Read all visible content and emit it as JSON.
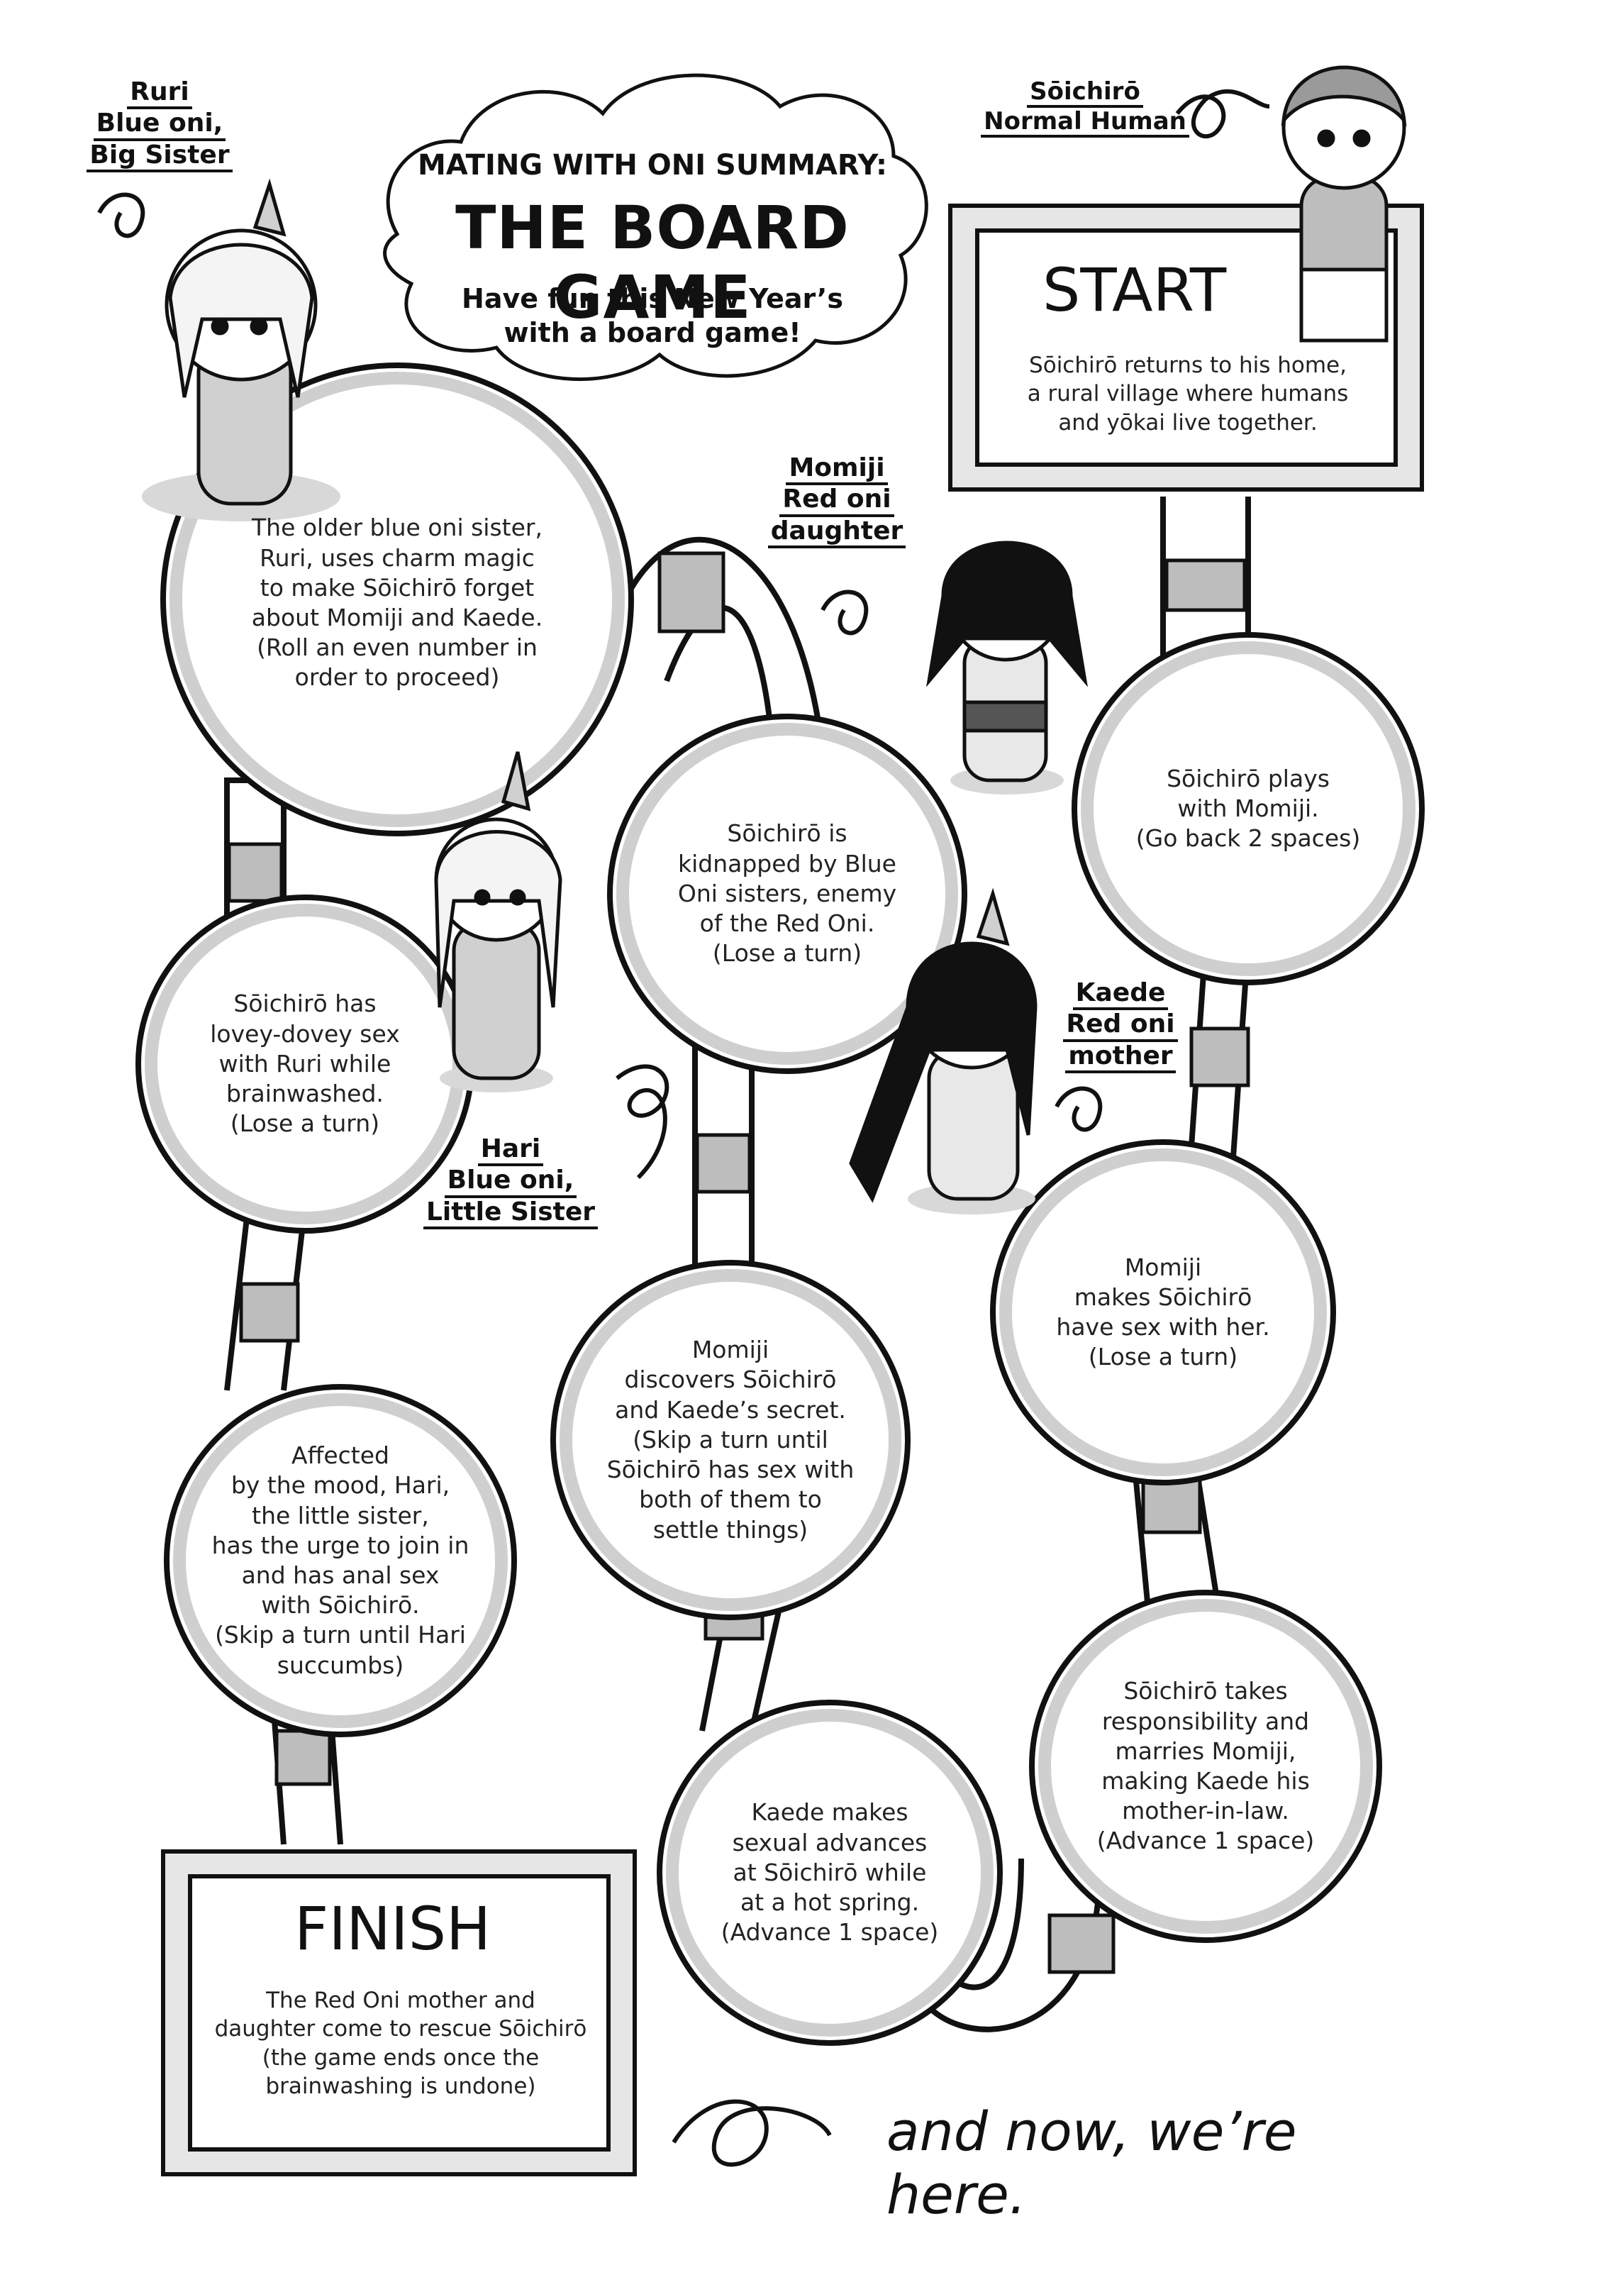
{
  "title": {
    "top": "MATING WITH ONI SUMMARY:",
    "main": "THE BOARD GAME",
    "sub": "Have fun this New Year’s\nwith a board game!"
  },
  "characters": {
    "ruri": [
      "Ruri",
      "Blue oni,",
      "Big Sister"
    ],
    "soichiro": [
      "Sōichirō",
      "Normal Human"
    ],
    "momiji": [
      "Momiji",
      "Red oni",
      "daughter"
    ],
    "kaede": [
      "Kaede",
      "Red oni",
      "mother"
    ],
    "hari": [
      "Hari",
      "Blue oni,",
      "Little Sister"
    ]
  },
  "start": {
    "title": "START",
    "text": "Sōichirō returns to his home,\na rural village where humans\nand yōkai live together."
  },
  "spaces": {
    "ruri_charm": "The older blue oni sister,\nRuri, uses charm magic\nto make Sōichirō forget\nabout Momiji and Kaede.\n(Roll an even number in\norder to proceed)",
    "kidnapped": "Sōichirō is\nkidnapped by Blue\nOni sisters, enemy\nof the Red Oni.\n(Lose a turn)",
    "plays": "Sōichirō plays\nwith Momiji.\n(Go back 2 spaces)",
    "lovey": "Sōichirō has\nlovey-dovey sex\nwith Ruri while\nbrainwashed.\n(Lose a turn)",
    "discovers": "Momiji\ndiscovers Sōichirō\nand Kaede’s secret.\n(Skip a turn until\nSōichirō has sex with\nboth of them to\nsettle things)",
    "momiji_sex": "Momiji\nmakes Sōichirō\nhave sex with her.\n(Lose a turn)",
    "hari": "Affected\nby the mood, Hari,\nthe little sister,\nhas the urge to join in\nand has anal sex\nwith Sōichirō.\n(Skip a turn until Hari\nsuccumbs)",
    "marries": "Sōichirō takes\nresponsibility and\nmarries Momiji,\nmaking Kaede his\nmother-in-law.\n(Advance 1 space)",
    "hot_spring": "Kaede makes\nsexual advances\nat Sōichirō while\nat a hot spring.\n(Advance 1 space)"
  },
  "finish": {
    "title": "FINISH",
    "text": "The Red Oni mother and\ndaughter come to rescue Sōichirō\n(the game ends once the\nbrainwashing is undone)"
  },
  "closing": "and now, we’re here."
}
